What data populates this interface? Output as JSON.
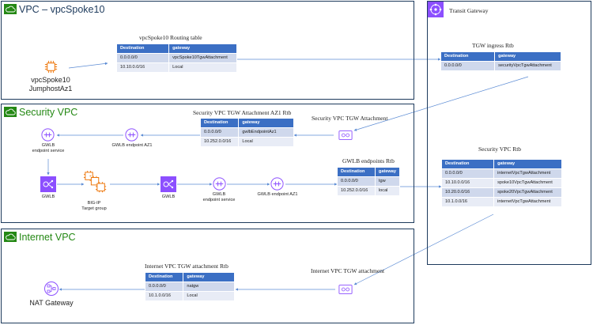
{
  "groups": {
    "spoke_vpc": {
      "title": "VPC – vpcSpoke10"
    },
    "security_vpc": {
      "title": "Security VPC"
    },
    "internet_vpc": {
      "title": "Internet VPC"
    },
    "transit_gateway": {
      "title": "Transit Gateway"
    }
  },
  "route_tables": {
    "spoke10": {
      "title": "vpcSpoke10 Routing table",
      "headers": [
        "Destination",
        "gateway"
      ],
      "rows": [
        [
          "0.0.0.0/0",
          "vpcSpoke10TgwAttachment"
        ],
        [
          "10.10.0.0/16",
          "Local"
        ]
      ]
    },
    "tgw_ingress": {
      "title": "TGW ingress Rtb",
      "headers": [
        "Destination",
        "gateway"
      ],
      "rows": [
        [
          "0.0.0.0/0",
          "securityVpcTgwAttachment"
        ]
      ]
    },
    "security_tgw_az1": {
      "title": "Security VPC  TGW Attachment AZ1 Rtb",
      "headers": [
        "Destination",
        "gateway"
      ],
      "rows": [
        [
          "0.0.0.0/0",
          "gwlbEndpointAz1"
        ],
        [
          "10.252.0.0/16",
          "Local"
        ]
      ]
    },
    "gwlb_endpoints": {
      "title": "GWLB endpoints Rtb",
      "headers": [
        "Destination",
        "gateway"
      ],
      "rows": [
        [
          "0.0.0.0/0",
          "tgw"
        ],
        [
          "10.252.0.0/16",
          "local"
        ]
      ]
    },
    "security_vpc_rtb": {
      "title": "Security VPC Rtb",
      "headers": [
        "Destination",
        "gateway"
      ],
      "rows": [
        [
          "0.0.0.0/0",
          "internetVpcTgwAttachment"
        ],
        [
          "10.10.0.0/16",
          "spoke10VpcTgwAttachment"
        ],
        [
          "10.20.0.0/16",
          "spoke20VpcTgwAttachment"
        ],
        [
          "10.1.0.0/16",
          "internetVpcTgwAttachment"
        ]
      ]
    },
    "internet_tgw": {
      "title": "Internet VPC TGW attachment Rtb",
      "headers": [
        "Destination",
        "gateway"
      ],
      "rows": [
        [
          "0.0.0.0/0",
          "natgw"
        ],
        [
          "10.1.0.0/16",
          "Local"
        ]
      ]
    }
  },
  "labels": {
    "jumphost": "vpcSpoke10\nJumphostAz1",
    "security_tgw_attachment": "Security VPC  TGW Attachment",
    "gwlb_endpoint_service_top": "GWLB\nendpoint service",
    "gwlb_endpoint_az1_top": "GWLB endpoint AZ1",
    "gwlb_left": "GWLB",
    "bigip": "BIG-IP\nTarget group",
    "gwlb_mid": "GWLB",
    "gwlb_endpoint_service_mid": "GWLB\nendpoint service",
    "gwlb_endpoint_az1_mid": "GWLB endpoint AZ1",
    "internet_tgw_attachment": "Internet VPC TGW attachment",
    "nat_gateway": "NAT Gateway"
  },
  "colors": {
    "green": "#248814",
    "navy": "#1d3a5c",
    "orange": "#ed7100",
    "purple": "#8c4fff",
    "pink": "#dd3474",
    "wire": "#5b8bd4"
  }
}
